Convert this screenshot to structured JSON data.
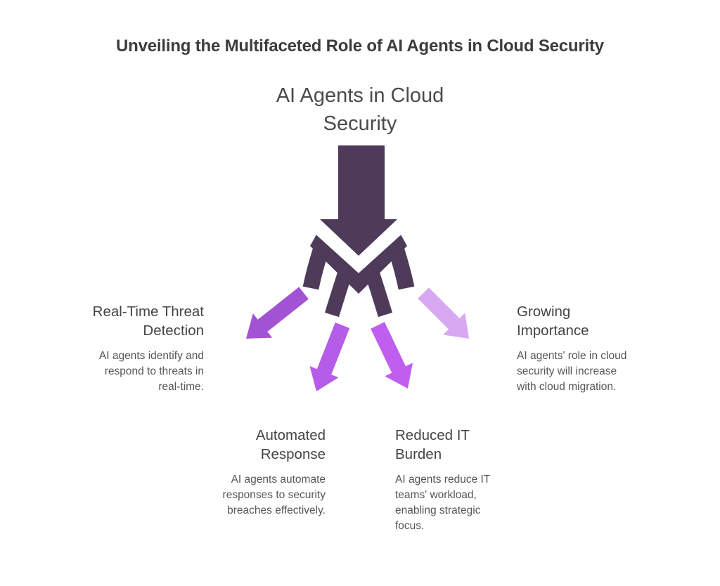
{
  "title": "Unveiling the Multifaceted Role of AI Agents in Cloud Security",
  "main_heading": "AI Agents in Cloud\nSecurity",
  "colors": {
    "background": "#ffffff",
    "title_text": "#3c3c3c",
    "heading_text": "#4a4a4a",
    "section_heading_text": "#454545",
    "body_text": "#565656",
    "trunk_arrow": "#4e3b59",
    "arrow_threat_detection": "#a253d4",
    "arrow_automated_response": "#b55ce8",
    "arrow_reduced_it_burden": "#c05ef0",
    "arrow_growing_importance": "#d8a8f2"
  },
  "sections": {
    "threat_detection": {
      "heading": "Real-Time Threat\nDetection",
      "body": "AI agents identify and\nrespond to threats in\nreal-time."
    },
    "automated_response": {
      "heading": "Automated\nResponse",
      "body": "AI agents automate\nresponses to security\nbreaches effectively."
    },
    "reduced_it_burden": {
      "heading": "Reduced IT\nBurden",
      "body": "AI agents reduce IT\nteams' workload,\nenabling strategic\nfocus."
    },
    "growing_importance": {
      "heading": "Growing\nImportance",
      "body": "AI agents' role in cloud\nsecurity will increase\nwith cloud migration."
    }
  }
}
